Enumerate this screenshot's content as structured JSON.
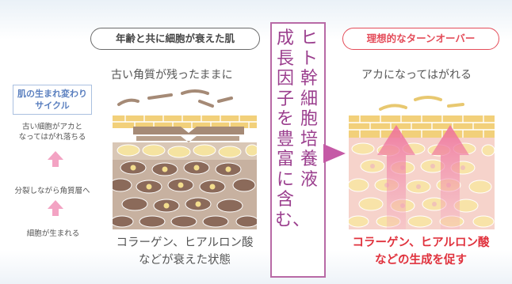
{
  "left": {
    "pill": "年齢と共に細胞が衰えた肌",
    "caption": "古い角質が残ったままに",
    "bottom_line1": "コラーゲン、ヒアルロン酸",
    "bottom_line2": "などが衰えた状態"
  },
  "right": {
    "pill": "理想的なターンオーバー",
    "caption": "アカになってはがれる",
    "bottom_line1": "コラーゲン、ヒアルロン酸",
    "bottom_line2": "などの生成を促す"
  },
  "cycle": {
    "title_line1": "肌の生まれ変わり",
    "title_line2": "サイクル",
    "step1_line1": "古い細胞がアカと",
    "step1_line2": "なってはがれ落ちる",
    "step2": "分裂しながら角質層へ",
    "step3": "細胞が生まれる"
  },
  "center": {
    "line1": "ヒト幹細胞培養液",
    "line2": "成長因子を豊富に含む、"
  },
  "colors": {
    "accent_pink": "#e44d5a",
    "purple": "#9b3f8e",
    "arrow_pink": "#f3a3c3",
    "cycle_blue": "#5a7fbf"
  }
}
